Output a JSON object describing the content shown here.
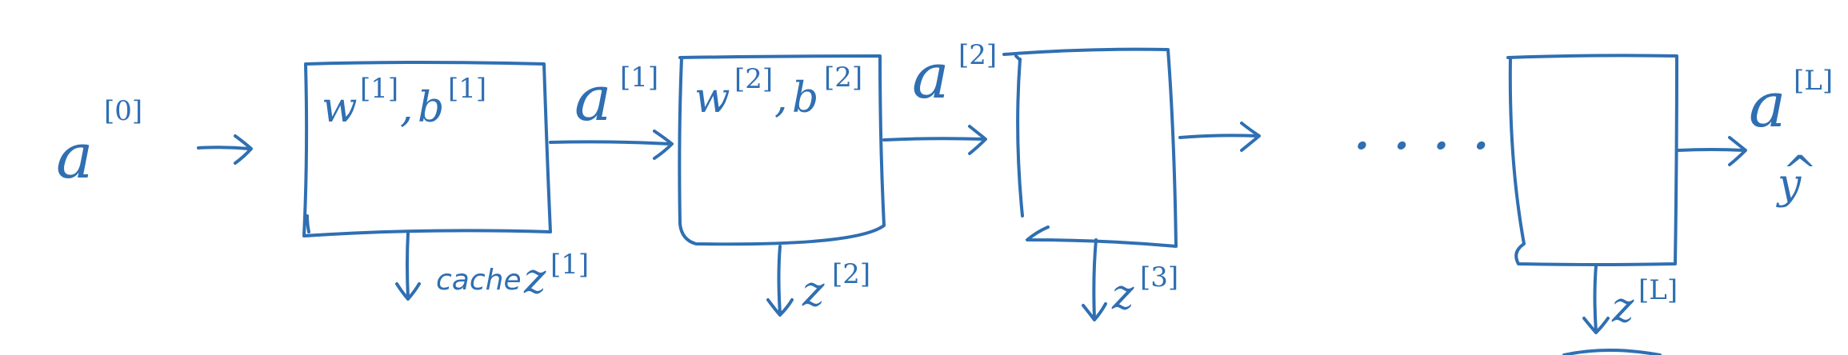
{
  "diagram": {
    "input": {
      "base": "a",
      "sup": "[0]"
    },
    "blocks": [
      {
        "params": "w",
        "params_sup": "[1]",
        "params_b": "b",
        "params_b_sup": "[1]",
        "cache_prefix": "cache",
        "cache_base": "z",
        "cache_sup": "[1]"
      },
      {
        "params": "w",
        "params_sup": "[2]",
        "params_b": "b",
        "params_b_sup": "[2]",
        "cache_base": "z",
        "cache_sup": "[2]"
      },
      {
        "cache_base": "z",
        "cache_sup": "[3]"
      },
      {
        "cache_base": "z",
        "cache_sup": "[L]"
      }
    ],
    "activations": [
      {
        "base": "a",
        "sup": "[1]"
      },
      {
        "base": "a",
        "sup": "[2]"
      }
    ],
    "ellipsis": ". . . .",
    "output": {
      "base": "a",
      "sup": "[L]",
      "yhat_base": "y",
      "yhat_mark": "^"
    }
  },
  "colors": {
    "ink": "#2f6fb2",
    "background": "#ffffff"
  }
}
